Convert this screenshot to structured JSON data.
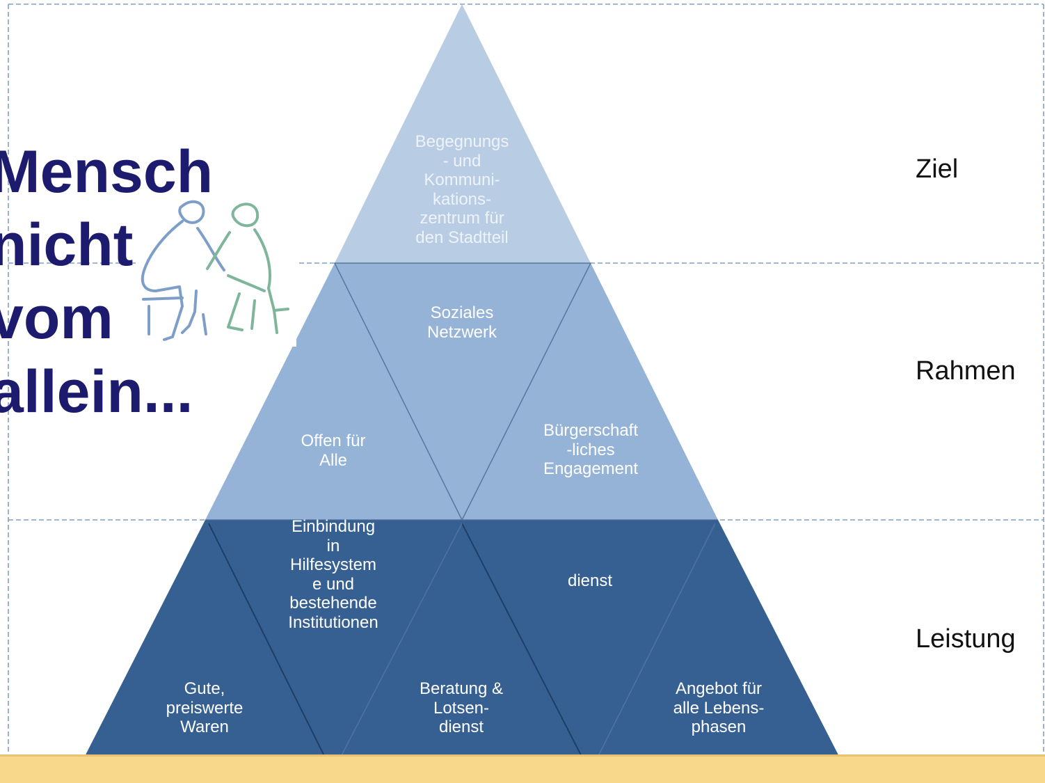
{
  "title": {
    "lines": [
      "Mensch",
      "nicht",
      "vom",
      "allein..."
    ]
  },
  "pyramid": {
    "top": "Begegnungs\n- und\nKommuni-\nkations-\nzentrum für\nden Stadtteil",
    "middle_left": "Offen für\nAlle",
    "middle_center": "Soziales\nNetzwerk",
    "middle_right": "Bürgerschaft\n-liches\nEngagement",
    "bottom_left": "Gute,\npreiswerte\nWaren",
    "bottom_upper_left": "Einbindung\nin\nHilfesystem\ne und\nbestehende\nInstitutionen",
    "bottom_center": "Beratung &\nLotsen-\ndienst",
    "bottom_upper_right": "dienst",
    "bottom_right": "Angebot für\nalle Lebens-\nphasen"
  },
  "levels": [
    "Ziel",
    "Rahmen",
    "Leistung"
  ],
  "colors": {
    "top": "#b8cce4",
    "middle": "#95b3d7",
    "bottom": "#366092",
    "title": "#1c1b6e",
    "footer": "#f8d88a",
    "dash": "#7f9fc4"
  },
  "icon": "two-people-sitting-icon"
}
